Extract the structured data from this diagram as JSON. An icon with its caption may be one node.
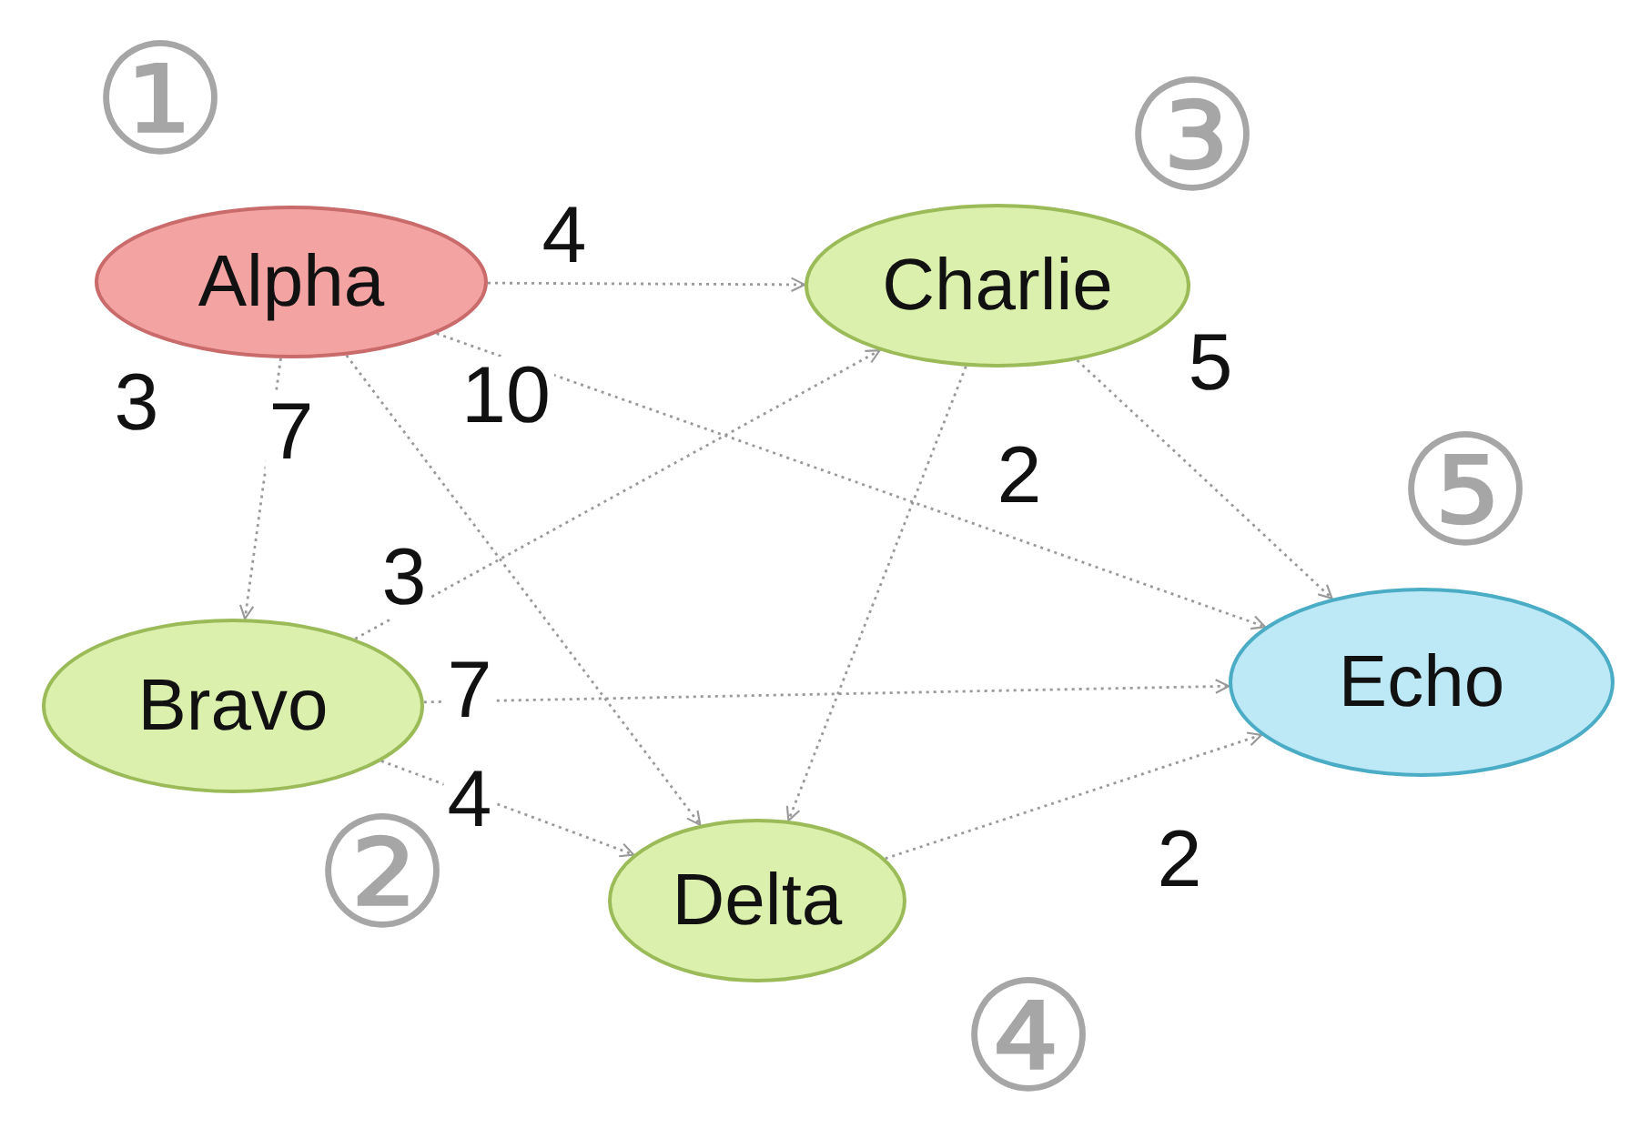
{
  "diagram": {
    "nodes": [
      {
        "text": [
          "Alpha"
        ],
        "beside": [
          "①"
        ]
      },
      {
        "text": [
          "Bravo"
        ],
        "beside": [
          "②"
        ]
      },
      {
        "text": [
          "Charlie"
        ],
        "beside": [
          "③"
        ]
      },
      {
        "text": [
          "Delta"
        ],
        "beside": [
          "④"
        ]
      },
      {
        "text": [
          "Echo"
        ],
        "beside": [
          "⑤"
        ]
      }
    ],
    "edges": [
      {
        "from": 0,
        "to": 2,
        "arrow": "to",
        "label": "4"
      },
      {
        "from": 0,
        "to": 1,
        "arrow": "to",
        "label": "3"
      },
      {
        "from": 0,
        "to": 3,
        "arrow": "to",
        "label": "7"
      },
      {
        "from": 0,
        "to": 4,
        "arrow": "to",
        "label": "10"
      },
      {
        "from": 1,
        "to": 2,
        "arrow": "to",
        "label": "3"
      },
      {
        "from": 1,
        "to": 4,
        "arrow": "to",
        "label": "7"
      },
      {
        "from": 1,
        "to": 3,
        "arrow": "to",
        "label": "4"
      },
      {
        "from": 2,
        "to": 3,
        "arrow": "to",
        "label": "2"
      },
      {
        "from": 2,
        "to": 4,
        "arrow": "to",
        "label": "5"
      },
      {
        "from": 3,
        "to": 4,
        "arrow": "to",
        "label": "2"
      }
    ]
  }
}
